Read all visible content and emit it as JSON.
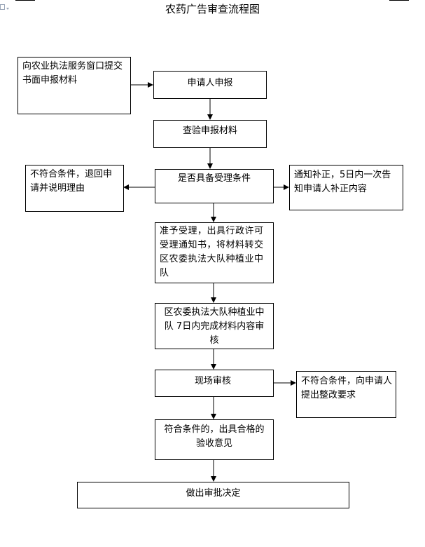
{
  "title": "农药广告审查流程图",
  "boxes": {
    "submit": "向农业执法服务窗口提交书面申报材料",
    "apply": "申请人申报",
    "check": "查验申报材料",
    "condition": "是否具备受理条件",
    "reject": "不符合条件，退回申请并说明理由",
    "supplement": "通知补正，5日内一次告知申请人补正内容",
    "accept": "准予受理，出具行政许可受理通知书，将材料转交区农委执法大队种植业中队",
    "review": "区农委执法大队种植业中队 7日内完成材料内容审核",
    "site": "现场审核",
    "rectify": "不符合条件，向申请人提出整改要求",
    "opinion": "符合条件的，出具合格的验收意见",
    "decision": "做出审批决定"
  }
}
